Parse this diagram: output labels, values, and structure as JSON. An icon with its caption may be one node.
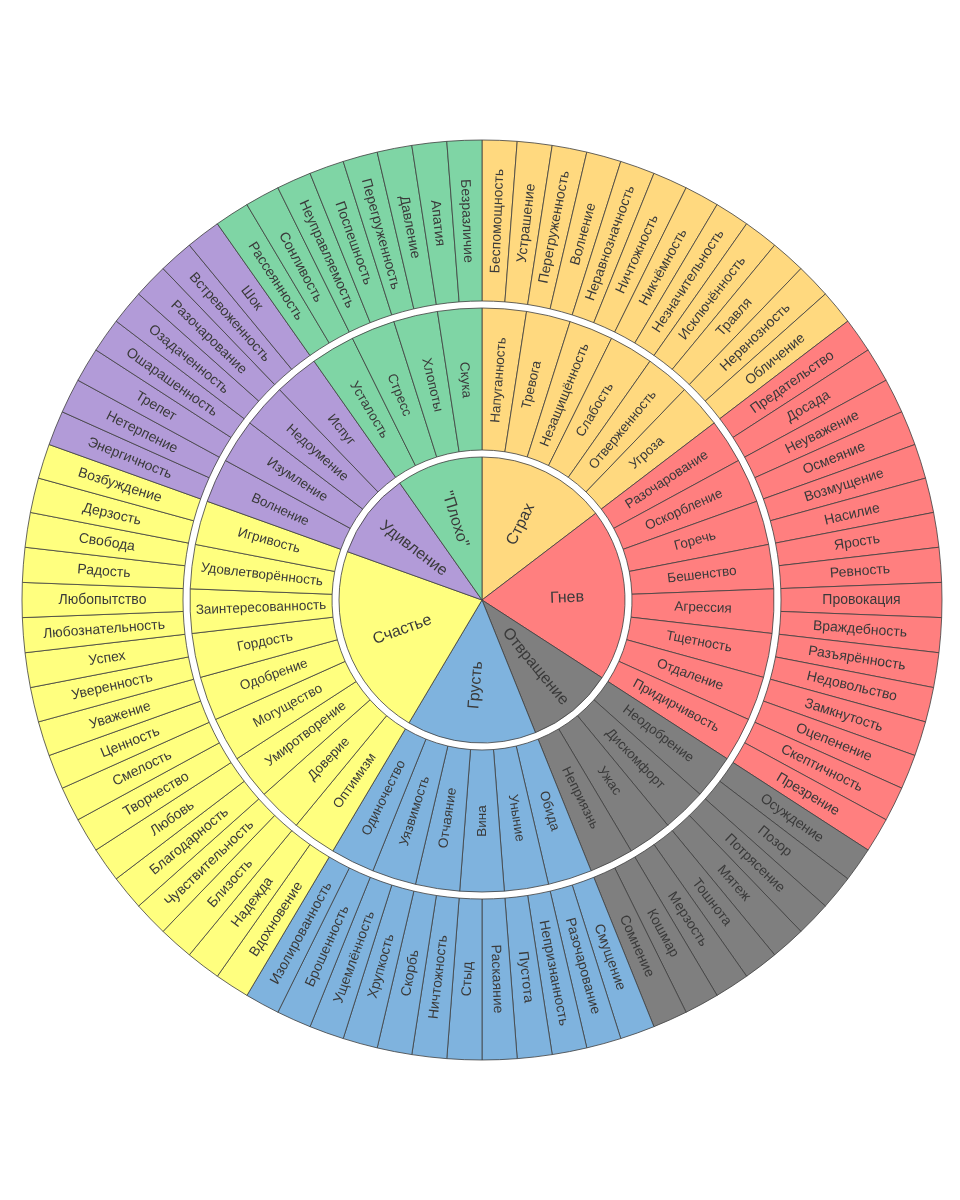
{
  "diagram": {
    "nodes": [
      {
        "text": [
          "Страх"
        ]
      },
      {
        "text": [
          "Гнев"
        ]
      },
      {
        "text": [
          "Отвращение"
        ]
      },
      {
        "text": [
          "Грусть"
        ]
      },
      {
        "text": [
          "Счастье"
        ]
      },
      {
        "text": [
          "Удивление"
        ]
      },
      {
        "text": [
          "\"Плохо\""
        ]
      },
      {
        "text": [
          "Напуганность"
        ]
      },
      {
        "text": [
          "Тревога"
        ]
      },
      {
        "text": [
          "Незащищённость"
        ]
      },
      {
        "text": [
          "Слабость"
        ]
      },
      {
        "text": [
          "Отверженность"
        ]
      },
      {
        "text": [
          "Угроза"
        ]
      },
      {
        "text": [
          "Разочарование"
        ]
      },
      {
        "text": [
          "Оскорбление"
        ]
      },
      {
        "text": [
          "Горечь"
        ]
      },
      {
        "text": [
          "Бешенство"
        ]
      },
      {
        "text": [
          "Агрессия"
        ]
      },
      {
        "text": [
          "Тщетность"
        ]
      },
      {
        "text": [
          "Отдаление"
        ]
      },
      {
        "text": [
          "Придирчивость"
        ]
      },
      {
        "text": [
          "Неодобрение"
        ]
      },
      {
        "text": [
          "Дискомфорт"
        ]
      },
      {
        "text": [
          "Ужас"
        ]
      },
      {
        "text": [
          "Неприязнь"
        ]
      },
      {
        "text": [
          "Обида"
        ]
      },
      {
        "text": [
          "Уныние"
        ]
      },
      {
        "text": [
          "Вина"
        ]
      },
      {
        "text": [
          "Отчаяние"
        ]
      },
      {
        "text": [
          "Уязвимость"
        ]
      },
      {
        "text": [
          "Одиночество"
        ]
      },
      {
        "text": [
          "Оптимизм"
        ]
      },
      {
        "text": [
          "Доверие"
        ]
      },
      {
        "text": [
          "Умиротворение"
        ]
      },
      {
        "text": [
          "Могущество"
        ]
      },
      {
        "text": [
          "Одобрение"
        ]
      },
      {
        "text": [
          "Гордость"
        ]
      },
      {
        "text": [
          "Заинтересованность"
        ]
      },
      {
        "text": [
          "Удовлетворённость"
        ]
      },
      {
        "text": [
          "Игривость"
        ]
      },
      {
        "text": [
          "Волнение"
        ]
      },
      {
        "text": [
          "Изумление"
        ]
      },
      {
        "text": [
          "Недоумение"
        ]
      },
      {
        "text": [
          "Испуг"
        ]
      },
      {
        "text": [
          "Усталость"
        ]
      },
      {
        "text": [
          "Стресс"
        ]
      },
      {
        "text": [
          "Хлопоты"
        ]
      },
      {
        "text": [
          "Скука"
        ]
      },
      {
        "text": [
          "Беспомощность"
        ]
      },
      {
        "text": [
          "Устрашение"
        ]
      },
      {
        "text": [
          "Перегруженность"
        ]
      },
      {
        "text": [
          "Волнение"
        ]
      },
      {
        "text": [
          "Неравнозначность"
        ]
      },
      {
        "text": [
          "Ничтожность"
        ]
      },
      {
        "text": [
          "Никчёмность"
        ]
      },
      {
        "text": [
          "Незначительность"
        ]
      },
      {
        "text": [
          "Исключённость"
        ]
      },
      {
        "text": [
          "Травля"
        ]
      },
      {
        "text": [
          "Нервнозность"
        ]
      },
      {
        "text": [
          "Обличение"
        ]
      },
      {
        "text": [
          "Предательство"
        ]
      },
      {
        "text": [
          "Досада"
        ]
      },
      {
        "text": [
          "Неуважение"
        ]
      },
      {
        "text": [
          "Осмеяние"
        ]
      },
      {
        "text": [
          "Возмущение"
        ]
      },
      {
        "text": [
          "Насилие"
        ]
      },
      {
        "text": [
          "Ярость"
        ]
      },
      {
        "text": [
          "Ревность"
        ]
      },
      {
        "text": [
          "Провокация"
        ]
      },
      {
        "text": [
          "Враждебность"
        ]
      },
      {
        "text": [
          "Разъярённость"
        ]
      },
      {
        "text": [
          "Недовольство"
        ]
      },
      {
        "text": [
          "Замкнутость"
        ]
      },
      {
        "text": [
          "Оцепенение"
        ]
      },
      {
        "text": [
          "Скептичность"
        ]
      },
      {
        "text": [
          "Презрение"
        ]
      },
      {
        "text": [
          "Осуждение"
        ]
      },
      {
        "text": [
          "Позор"
        ]
      },
      {
        "text": [
          "Потрясение"
        ]
      },
      {
        "text": [
          "Мятеж"
        ]
      },
      {
        "text": [
          "Тошнота"
        ]
      },
      {
        "text": [
          "Мерзость"
        ]
      },
      {
        "text": [
          "Кошмар"
        ]
      },
      {
        "text": [
          "Сомнение"
        ]
      },
      {
        "text": [
          "Смущение"
        ]
      },
      {
        "text": [
          "Разочарование"
        ]
      },
      {
        "text": [
          "Непризнанность"
        ]
      },
      {
        "text": [
          "Пустота"
        ]
      },
      {
        "text": [
          "Раскаяние"
        ]
      },
      {
        "text": [
          "Стыд"
        ]
      },
      {
        "text": [
          "Ничтожность"
        ]
      },
      {
        "text": [
          "Скорбь"
        ]
      },
      {
        "text": [
          "Хрупкость"
        ]
      },
      {
        "text": [
          "Ущемлённость"
        ]
      },
      {
        "text": [
          "Брошенность"
        ]
      },
      {
        "text": [
          "Изолированность"
        ]
      },
      {
        "text": [
          "Вдохновение"
        ]
      },
      {
        "text": [
          "Надежда"
        ]
      },
      {
        "text": [
          "Близость"
        ]
      },
      {
        "text": [
          "Чувствительность"
        ]
      },
      {
        "text": [
          "Благодарность"
        ]
      },
      {
        "text": [
          "Любовь"
        ]
      },
      {
        "text": [
          "Творчество"
        ]
      },
      {
        "text": [
          "Смелость"
        ]
      },
      {
        "text": [
          "Ценность"
        ]
      },
      {
        "text": [
          "Уважение"
        ]
      },
      {
        "text": [
          "Уверенность"
        ]
      },
      {
        "text": [
          "Успех"
        ]
      },
      {
        "text": [
          "Любознательность"
        ]
      },
      {
        "text": [
          "Любопытство"
        ]
      },
      {
        "text": [
          "Радость"
        ]
      },
      {
        "text": [
          "Свобода"
        ]
      },
      {
        "text": [
          "Дерзость"
        ]
      },
      {
        "text": [
          "Возбуждение"
        ]
      },
      {
        "text": [
          "Энергичность"
        ]
      },
      {
        "text": [
          "Нетерпение"
        ]
      },
      {
        "text": [
          "Трепет"
        ]
      },
      {
        "text": [
          "Ошарашенность"
        ]
      },
      {
        "text": [
          "Озадаченность"
        ]
      },
      {
        "text": [
          "Разочарование"
        ]
      },
      {
        "text": [
          "Встревоженность"
        ]
      },
      {
        "text": [
          "Шок"
        ]
      },
      {
        "text": [
          "Рассеянность"
        ]
      },
      {
        "text": [
          "Сонливость"
        ]
      },
      {
        "text": [
          "Неуправляемость"
        ]
      },
      {
        "text": [
          "Поспешность"
        ]
      },
      {
        "text": [
          "Перегруженность"
        ]
      },
      {
        "text": [
          "Давление"
        ]
      },
      {
        "text": [
          "Апатия"
        ]
      },
      {
        "text": [
          "Безразличие"
        ]
      }
    ]
  }
}
